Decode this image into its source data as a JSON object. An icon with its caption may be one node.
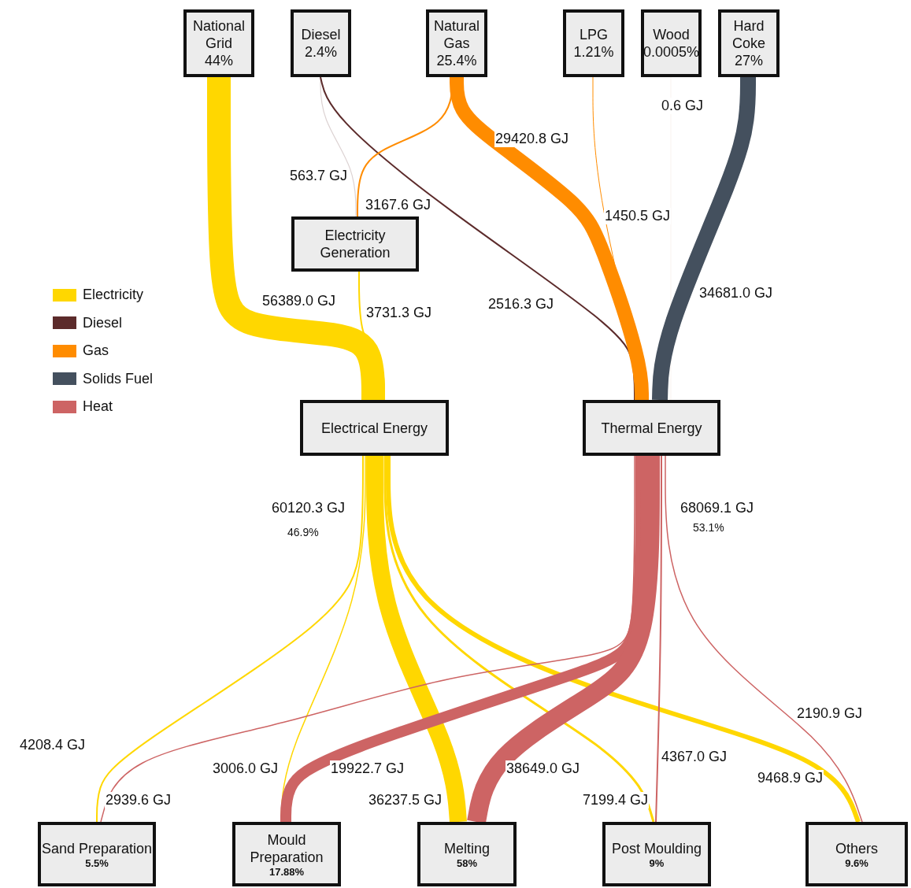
{
  "diagram": {
    "nodes": [
      {
        "text": [
          "National Grid",
          "44%"
        ]
      },
      {
        "text": [
          "Diesel",
          "2.4%"
        ]
      },
      {
        "text": [
          "Natural Gas",
          "25.4%"
        ]
      },
      {
        "text": [
          "LPG",
          "1.21%"
        ]
      },
      {
        "text": [
          "Wood",
          "0.0005%"
        ]
      },
      {
        "text": [
          "Hard Coke",
          "27%"
        ]
      },
      {
        "text": [
          "Electricity Generation"
        ]
      },
      {
        "text": [
          "Electrical Energy"
        ],
        "beside": [
          "60120.3 GJ",
          "46.9%"
        ]
      },
      {
        "text": [
          "Thermal Energy"
        ],
        "beside": [
          "68069.1 GJ",
          "53.1%"
        ]
      },
      {
        "text": [
          "Sand Preparation",
          "5.5%"
        ]
      },
      {
        "text": [
          "Mould Preparation",
          "17.88%"
        ]
      },
      {
        "text": [
          "Melting",
          "58%"
        ]
      },
      {
        "text": [
          "Post Moulding",
          "9%"
        ]
      },
      {
        "text": [
          "Others",
          "9.6%"
        ]
      }
    ],
    "edges": [
      {
        "from": 0,
        "to": 7,
        "arrow": "none",
        "label": "56389.0 GJ",
        "color": "#ffd700",
        "style": "thick"
      },
      {
        "from": 1,
        "to": 6,
        "arrow": "none",
        "label": "563.7 GJ",
        "color": "#dcd2d2"
      },
      {
        "from": 1,
        "to": 8,
        "arrow": "none",
        "label": "2516.3 GJ",
        "color": "#5c2b2b"
      },
      {
        "from": 2,
        "to": 6,
        "arrow": "none",
        "label": "3167.6 GJ",
        "color": "#ff8c00"
      },
      {
        "from": 2,
        "to": 8,
        "arrow": "none",
        "label": "29420.8 GJ",
        "color": "#ff8c00",
        "style": "thick"
      },
      {
        "from": 3,
        "to": 8,
        "arrow": "none",
        "label": "1450.5 GJ",
        "color": "#ff8c00"
      },
      {
        "from": 4,
        "to": 8,
        "arrow": "none",
        "label": "0.6 GJ",
        "color": "#f2e6dc"
      },
      {
        "from": 5,
        "to": 8,
        "arrow": "none",
        "label": "34681.0 GJ",
        "color": "#44505e",
        "style": "thick"
      },
      {
        "from": 6,
        "to": 7,
        "arrow": "none",
        "label": "3731.3 GJ",
        "color": "#ffd700"
      },
      {
        "from": 7,
        "to": 9,
        "arrow": "none",
        "label": "4208.4 GJ",
        "color": "#ffd700"
      },
      {
        "from": 7,
        "to": 10,
        "arrow": "none",
        "label": "3006.0 GJ",
        "color": "#ffd700"
      },
      {
        "from": 7,
        "to": 11,
        "arrow": "none",
        "label": "36237.5 GJ",
        "color": "#ffd700",
        "style": "thick"
      },
      {
        "from": 7,
        "to": 12,
        "arrow": "none",
        "label": "7199.4 GJ",
        "color": "#ffd700"
      },
      {
        "from": 7,
        "to": 13,
        "arrow": "none",
        "label": "9468.9 GJ",
        "color": "#ffd700",
        "style": "thick"
      },
      {
        "from": 8,
        "to": 9,
        "arrow": "none",
        "label": "2939.6 GJ",
        "color": "#cd6464"
      },
      {
        "from": 8,
        "to": 10,
        "arrow": "none",
        "label": "19922.7 GJ",
        "color": "#cd6464",
        "style": "thick"
      },
      {
        "from": 8,
        "to": 11,
        "arrow": "none",
        "label": "38649.0 GJ",
        "color": "#cd6464",
        "style": "thick"
      },
      {
        "from": 8,
        "to": 12,
        "arrow": "none",
        "label": "4367.0 GJ",
        "color": "#cd6464"
      },
      {
        "from": 8,
        "to": 13,
        "arrow": "none",
        "label": "2190.9 GJ",
        "color": "#cd6464"
      }
    ],
    "legend": [
      {
        "text": "Electricity",
        "color": "#ffd700"
      },
      {
        "text": "Diesel",
        "color": "#5c2b2b"
      },
      {
        "text": "Gas",
        "color": "#ff8c00"
      },
      {
        "text": "Solids Fuel",
        "color": "#44505e"
      },
      {
        "text": "Heat",
        "color": "#cd6464"
      }
    ]
  }
}
